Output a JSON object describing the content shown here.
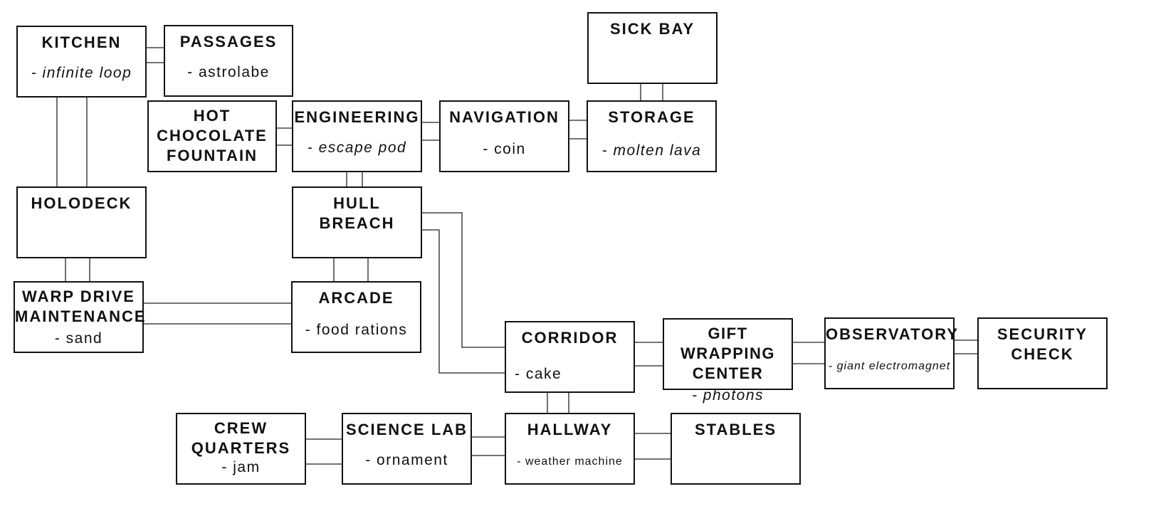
{
  "diagram": {
    "rooms": [
      {
        "id": "kitchen",
        "name": "KITCHEN",
        "item": "- infinite loop",
        "italic": true
      },
      {
        "id": "passages",
        "name": "PASSAGES",
        "item": "- astrolabe"
      },
      {
        "id": "sick-bay",
        "name": "SICK BAY",
        "item": ""
      },
      {
        "id": "hot-chocolate-fountain",
        "name": "HOT\nCHOCOLATE\nFOUNTAIN",
        "item": ""
      },
      {
        "id": "engineering",
        "name": "ENGINEERING",
        "item": "- escape pod",
        "italic": true
      },
      {
        "id": "navigation",
        "name": "NAVIGATION",
        "item": "- coin"
      },
      {
        "id": "storage",
        "name": "STORAGE",
        "item": "- molten lava",
        "italic": true
      },
      {
        "id": "holodeck",
        "name": "HOLODECK",
        "item": ""
      },
      {
        "id": "hull-breach",
        "name": "HULL BREACH",
        "item": ""
      },
      {
        "id": "warp-drive-maintenance",
        "name": "WARP DRIVE\nMAINTENANCE",
        "item": "- sand"
      },
      {
        "id": "arcade",
        "name": "ARCADE",
        "item": "- food rations"
      },
      {
        "id": "corridor",
        "name": "CORRIDOR",
        "item": "- cake"
      },
      {
        "id": "gift-wrapping-center",
        "name": "GIFT WRAPPING\nCENTER",
        "item": "- photons",
        "italic": true
      },
      {
        "id": "observatory",
        "name": "OBSERVATORY",
        "item": "- giant electromagnet",
        "italic": true
      },
      {
        "id": "security-check",
        "name": "SECURITY\nCHECK",
        "item": ""
      },
      {
        "id": "crew-quarters",
        "name": "CREW\nQUARTERS",
        "item": "- jam"
      },
      {
        "id": "science-lab",
        "name": "SCIENCE LAB",
        "item": "- ornament"
      },
      {
        "id": "hallway",
        "name": "HALLWAY",
        "item": "- weather machine"
      },
      {
        "id": "stables",
        "name": "STABLES",
        "item": ""
      }
    ],
    "connections": [
      [
        "kitchen",
        "passages"
      ],
      [
        "kitchen",
        "holodeck"
      ],
      [
        "hot-chocolate-fountain",
        "engineering"
      ],
      [
        "engineering",
        "navigation"
      ],
      [
        "navigation",
        "storage"
      ],
      [
        "sick-bay",
        "storage"
      ],
      [
        "engineering",
        "hull-breach"
      ],
      [
        "holodeck",
        "warp-drive-maintenance"
      ],
      [
        "hull-breach",
        "arcade"
      ],
      [
        "warp-drive-maintenance",
        "arcade"
      ],
      [
        "hull-breach",
        "corridor"
      ],
      [
        "corridor",
        "gift-wrapping-center"
      ],
      [
        "gift-wrapping-center",
        "observatory"
      ],
      [
        "observatory",
        "security-check"
      ],
      [
        "corridor",
        "hallway"
      ],
      [
        "crew-quarters",
        "science-lab"
      ],
      [
        "science-lab",
        "hallway"
      ],
      [
        "hallway",
        "stables"
      ]
    ]
  }
}
